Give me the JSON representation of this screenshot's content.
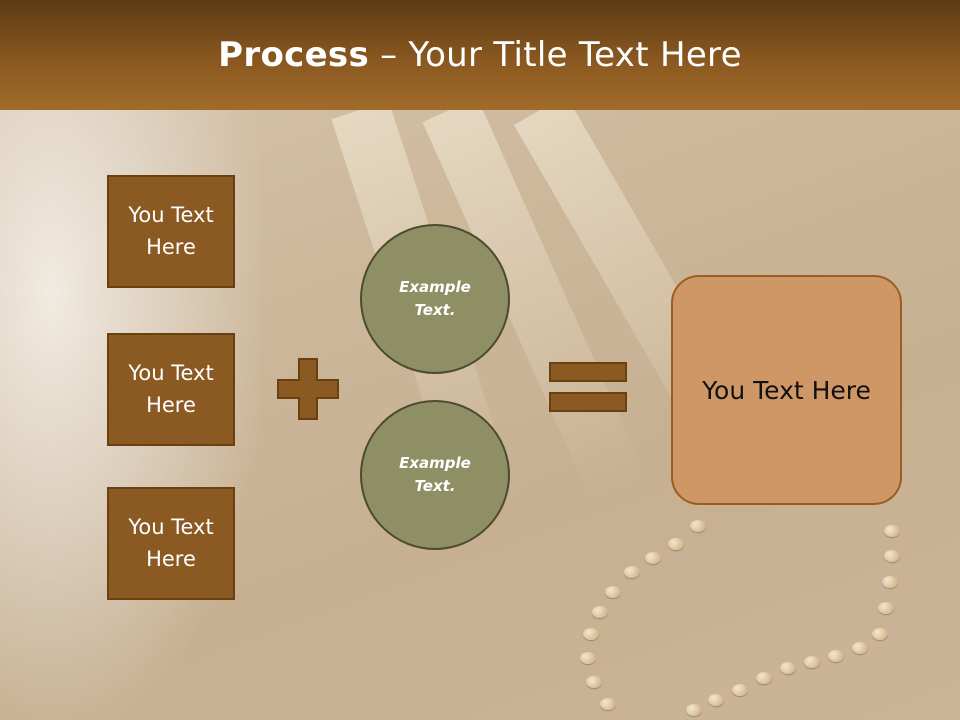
{
  "title": {
    "bold": "Process",
    "rest": " – Your Title Text Here"
  },
  "inputs": [
    {
      "line1": "You Text",
      "line2": "Here"
    },
    {
      "line1": "You Text",
      "line2": "Here"
    },
    {
      "line1": "You Text",
      "line2": "Here"
    }
  ],
  "examples": [
    {
      "line1": "Example",
      "line2": "Text."
    },
    {
      "line1": "Example",
      "line2": "Text."
    }
  ],
  "result": {
    "label": "You Text Here"
  },
  "colors": {
    "header": "#8a5820",
    "box_fill": "#8b5a23",
    "circle_fill": "#8f8f66",
    "result_fill": "#d09766"
  },
  "icons": {
    "plus": "plus-icon",
    "equals": "equals-icon"
  }
}
